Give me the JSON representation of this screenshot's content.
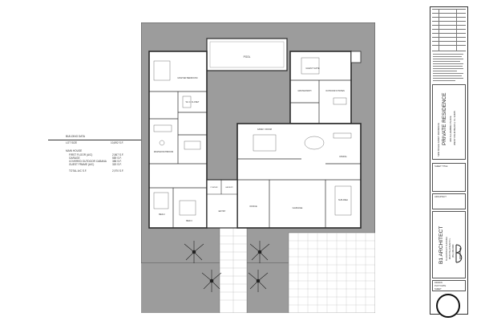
{
  "building_data": {
    "heading": "BUILDING DATA",
    "lot_size_label": "LOT SIZE",
    "lot_size_value": "10,892 S.F.",
    "main_house_label": "MAIN HOUSE",
    "rows": [
      {
        "label": "FIRST FLOOR (A/C)",
        "value": "2,567 S.F."
      },
      {
        "label": "GARAGE",
        "value": "569 S.F."
      },
      {
        "label": "COVERED OUTDOOR CABANA",
        "value": "385 S.F."
      },
      {
        "label": "GUEST FRAME (A/C)",
        "value": "320 S.F."
      }
    ],
    "total_label": "TOTAL A/C S.F.",
    "total_value": "2,970 S.F."
  },
  "plan": {
    "rooms": {
      "pool": "POOL",
      "master_bedroom": "MASTER BEDROOM",
      "master_bath": "MASTER BATH",
      "walk_in_closet": "W.I.C. CLOSET",
      "master_bathroom": "MASTER BATHROOM",
      "guest_suite": "GUEST SUITE",
      "outdoor_kitchen": "OUTDOOR KITCHEN",
      "family_room": "FAMILY ROOM",
      "dining": "DINING",
      "bed_2": "BED 2",
      "bed_3": "BED 3",
      "entry": "ENTRY",
      "office": "OFFICE",
      "powder": "POWDER",
      "laundry": "LAUNDRY",
      "garage": "GARAGE",
      "sub_area": "SUB AREA"
    }
  },
  "title_block": {
    "project_type": "NEW SINGLE FAMILY RESIDENCE",
    "project_name": "PRIVATE RESIDENCE",
    "address_line1": "360 ALHAMBRA PLACE",
    "address_line2": "WEST PALM BEACH, FL 33405",
    "sheet_title": "SHEET TITLE",
    "architect_label": "ARCHITECT",
    "firm_name": "B1 ARCHITECT",
    "firm_line1": "B1 ARCHITECT PLANNING",
    "firm_line2": "WEST PALM BEACH FL",
    "firm_line3": "(561) 000-0000",
    "drawn_label": "DRAWN",
    "plot_date_label": "PLOT DATE",
    "sheet_label": "SHEET"
  },
  "colors": {
    "paving": "#9a9a9a",
    "wall": "#2b2b2b",
    "paper": "#ffffff"
  }
}
